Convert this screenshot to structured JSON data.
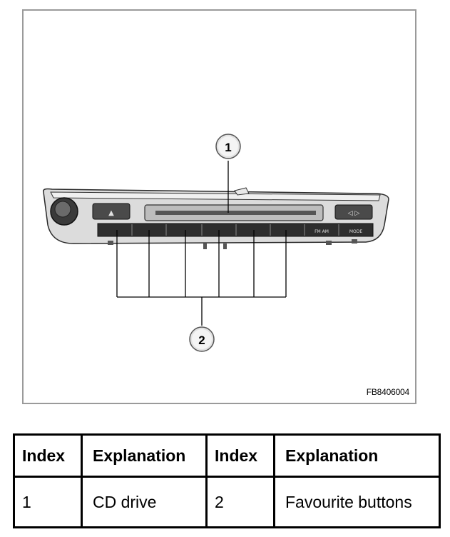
{
  "figure": {
    "callouts": [
      {
        "number": "1",
        "label": "CD drive"
      },
      {
        "number": "2",
        "label": "Favourite buttons"
      }
    ],
    "panel_labels": {
      "left_button": "▲",
      "right_button": "◁ ▷",
      "fm_am": "FM AM",
      "mode": "MODE"
    },
    "figure_id": "FB8406004"
  },
  "legend": {
    "headers": [
      "Index",
      "Explanation",
      "Index",
      "Explanation"
    ],
    "rows": [
      [
        "1",
        "CD drive",
        "2",
        "Favourite buttons"
      ]
    ]
  }
}
